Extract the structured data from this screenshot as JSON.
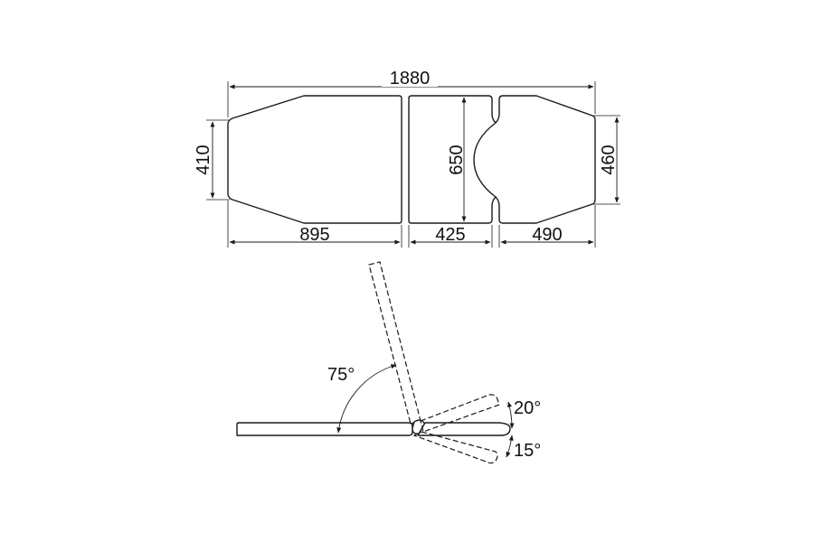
{
  "diagram": {
    "top_view": {
      "overall_length": "1880",
      "head_section_width": "410",
      "middle_section_height": "650",
      "foot_section_width": "460",
      "section_lengths": [
        "895",
        "425",
        "490"
      ]
    },
    "side_view": {
      "backrest_angle": "75°",
      "leg_raise_angle": "20°",
      "leg_lower_angle": "15°"
    }
  }
}
